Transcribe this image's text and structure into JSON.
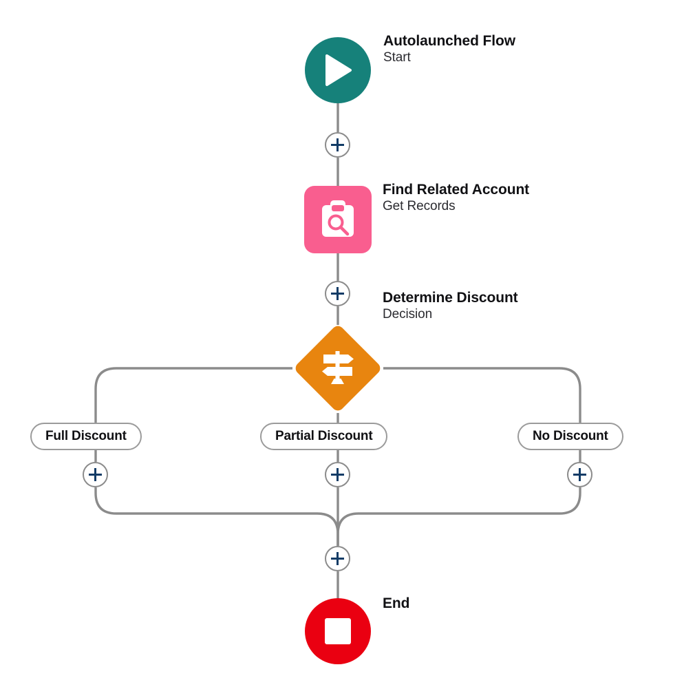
{
  "flow": {
    "canvas_name": "flow-canvas",
    "nodes": [
      {
        "id": "start",
        "icon": "play-icon",
        "title": "Autolaunched Flow",
        "subtitle": "Start",
        "color": "#16817a"
      },
      {
        "id": "get-records",
        "icon": "clipboard-search-icon",
        "title": "Find Related Account",
        "subtitle": "Get Records",
        "color": "#f95e8f"
      },
      {
        "id": "decision",
        "icon": "signpost-icon",
        "title": "Determine Discount",
        "subtitle": "Decision",
        "color": "#e8850f"
      },
      {
        "id": "end",
        "icon": "stop-square-icon",
        "title": "End",
        "subtitle": "",
        "color": "#ea0011"
      }
    ],
    "branches": [
      {
        "id": "branch-full",
        "label": "Full Discount"
      },
      {
        "id": "branch-partial",
        "label": "Partial Discount"
      },
      {
        "id": "branch-no",
        "label": "No Discount"
      }
    ],
    "add_buttons": [
      {
        "id": "add-after-start"
      },
      {
        "id": "add-after-get-records"
      },
      {
        "id": "add-on-branch-full"
      },
      {
        "id": "add-on-branch-partial"
      },
      {
        "id": "add-on-branch-no"
      },
      {
        "id": "add-before-end"
      }
    ],
    "colors": {
      "connector": "#8b8b8b",
      "plus_glyph": "#113b66",
      "text_primary": "#111114",
      "text_secondary": "#2b2b30",
      "canvas_background": "#ffffff"
    }
  }
}
